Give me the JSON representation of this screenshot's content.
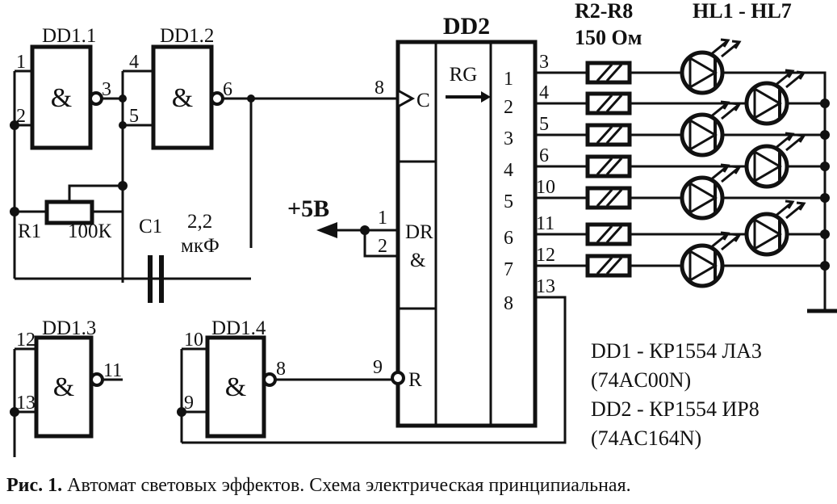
{
  "figure": {
    "caption_bold": "Рис. 1.",
    "caption_text": " Автомат световых эффектов. Схема электрическая принципиальная."
  },
  "colors": {
    "ink": "#111111",
    "background": "#ffffff"
  },
  "gates": [
    {
      "id": "DD1.1",
      "label": "DD1.1",
      "symbol": "&",
      "inputs": [
        "1",
        "2"
      ],
      "output": "3",
      "inverted": true
    },
    {
      "id": "DD1.2",
      "label": "DD1.2",
      "symbol": "&",
      "inputs": [
        "4",
        "5"
      ],
      "output": "6",
      "inverted": true
    },
    {
      "id": "DD1.3",
      "label": "DD1.3",
      "symbol": "&",
      "inputs": [
        "12",
        "13"
      ],
      "output": "11",
      "inverted": true
    },
    {
      "id": "DD1.4",
      "label": "DD1.4",
      "symbol": "&",
      "inputs": [
        "10",
        "9"
      ],
      "output": "8",
      "inverted": true
    }
  ],
  "chip": {
    "label": "DD2",
    "function": "RG",
    "direction_arrow": "→",
    "clock_pin_label": "C",
    "clock_pin_number": "8",
    "data_pin_label": "DR",
    "data_and_symbol": "&",
    "data_pin_numbers": [
      "1",
      "2"
    ],
    "reset_pin_label": "R",
    "reset_pin_number": "9",
    "output_index": [
      "1",
      "2",
      "3",
      "4",
      "5",
      "6",
      "7",
      "8"
    ],
    "output_pins": [
      "3",
      "4",
      "5",
      "6",
      "10",
      "11",
      "12",
      "13"
    ]
  },
  "power": {
    "label": "+5В"
  },
  "passives": {
    "r1_ref": "R1",
    "r1_value": "100К",
    "c1_ref": "C1",
    "c1_value_line1": "2,2",
    "c1_value_line2": "мкФ"
  },
  "outputs": {
    "resistor_group_ref": "R2-R8",
    "resistor_group_value": "150  Ом",
    "led_group_ref": "HL1 - HL7",
    "led_count": 7
  },
  "legend": {
    "lines": [
      "DD1 - КР1554 ЛА3",
      "(74AC00N)",
      "DD2 - КР1554 ИР8",
      "(74AC164N)"
    ]
  }
}
